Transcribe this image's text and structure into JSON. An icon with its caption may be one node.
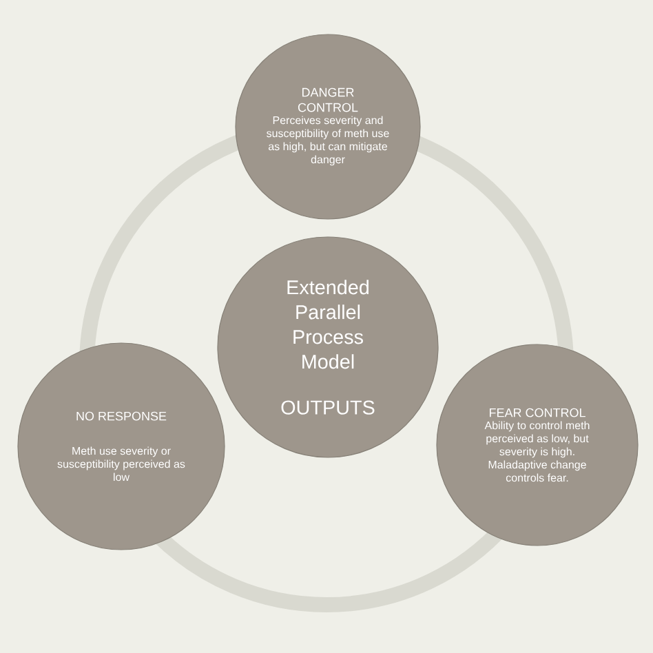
{
  "diagram": {
    "nodes": [
      {
        "text": [
          "DANGER CONTROL",
          "Perceives severity and susceptibility of meth use as high, but can mitigate danger"
        ]
      },
      {
        "text": [
          "Extended Parallel Process Model",
          "OUTPUTS"
        ]
      },
      {
        "text": [
          "NO RESPONSE",
          "Meth use severity or susceptibility perceived as low"
        ]
      },
      {
        "text": [
          "FEAR CONTROL",
          "Ability to control meth perceived as low, but severity is high. Maladaptive change controls fear."
        ]
      }
    ]
  }
}
